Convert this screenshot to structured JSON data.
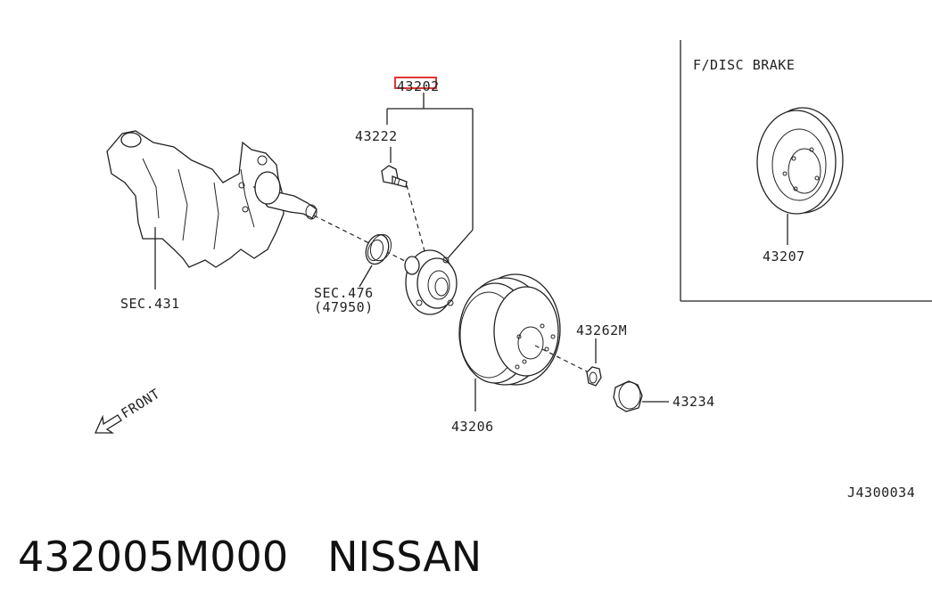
{
  "diagram": {
    "inset_title": "F/DISC BRAKE",
    "labels": {
      "hub_assembly": "43202",
      "hub_bolt": "43222",
      "knuckle": "SEC.431",
      "seal_ref": "SEC.476",
      "seal_number": "(47950)",
      "drum": "43206",
      "nut": "43262M",
      "cap": "43234",
      "disc_rotor": "43207",
      "front_arrow": "FRONT",
      "drawing_id": "J4300034"
    },
    "highlight_color": "#e0201c"
  },
  "footer": {
    "part_number": "432005M000",
    "brand": "NISSAN"
  }
}
